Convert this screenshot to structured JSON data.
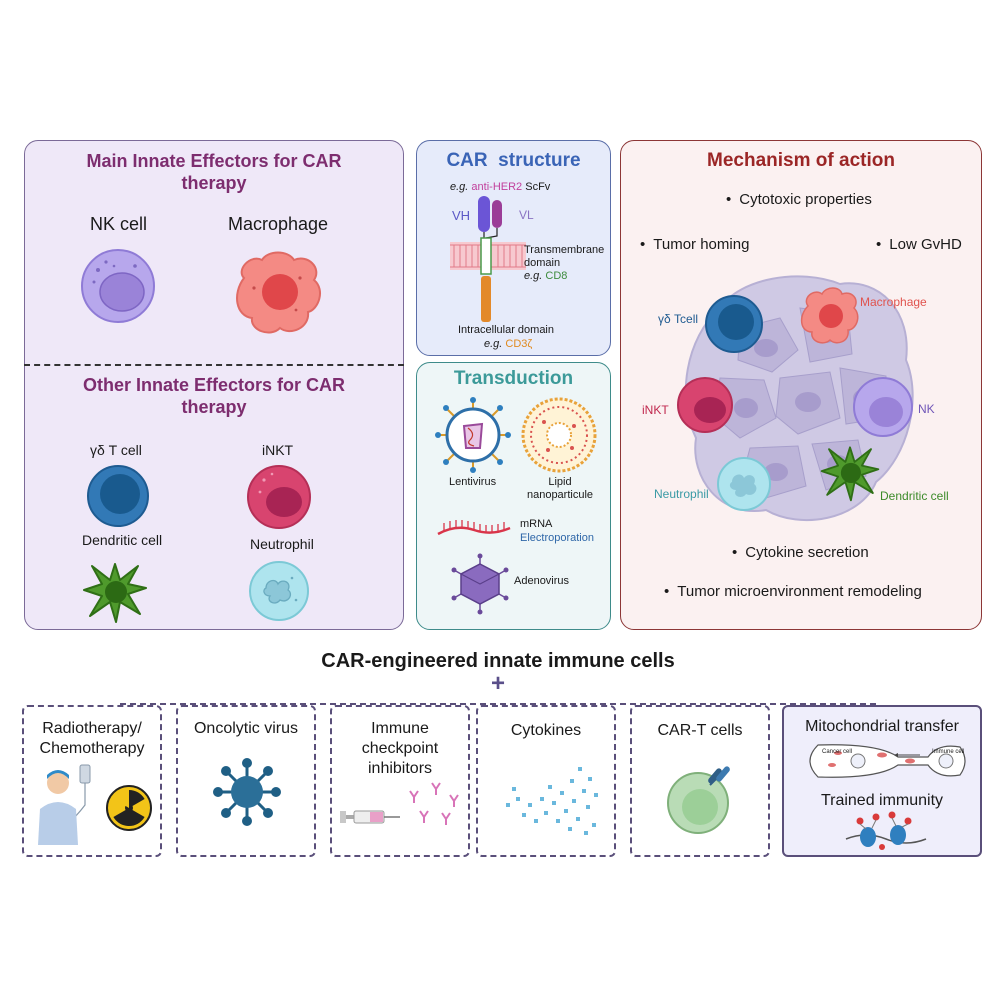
{
  "innate_panel": {
    "title": "Main Innate Effectors for CAR therapy",
    "main_cells": [
      "NK cell",
      "Macrophage"
    ],
    "other_title": "Other Innate Effectors for CAR therapy",
    "other_cells": [
      "γδ T cell",
      "iNKT",
      "Dendritic cell",
      "Neutrophil"
    ]
  },
  "car_structure": {
    "title": "CAR  structure",
    "scfv_eg": "e.g.",
    "scfv_target": "anti-HER2",
    "scfv_label": "ScFv",
    "vh": "VH",
    "vl": "VL",
    "tm_line1": "Transmembrane",
    "tm_line2": "domain",
    "tm_eg": "e.g.",
    "tm_example": "CD8",
    "ic_label": "Intracellular domain",
    "ic_eg": "e.g.",
    "ic_example": "CD3ζ",
    "colors": {
      "target": "#c2409c",
      "tm_example": "#3d8b3d",
      "ic_example": "#e08a20"
    }
  },
  "transduction": {
    "title": "Transduction",
    "lentivirus": "Lentivirus",
    "lipid_line1": "Lipid",
    "lipid_line2": "nanoparticule",
    "mrna": "mRNA",
    "electroporation": "Electroporation",
    "adenovirus": "Adenovirus"
  },
  "mechanism": {
    "title": "Mechanism of action",
    "bullets_top": [
      "Cytotoxic properties",
      "Tumor homing",
      "Low GvHD"
    ],
    "cell_labels": [
      "γδ Tcell",
      "Macrophage",
      "iNKT",
      "NK",
      "Neutrophil",
      "Dendritic cell"
    ],
    "bullets_bottom": [
      "Cytokine secretion",
      "Tumor microenvironment remodeling"
    ]
  },
  "combination": {
    "title": "CAR-engineered innate immune cells",
    "plus": "+",
    "boxes": [
      {
        "line1": "Radiotherapy/",
        "line2": "Chemotherapy"
      },
      {
        "line1": "Oncolytic virus"
      },
      {
        "line1": "Immune",
        "line2": "checkpoint",
        "line3": "inhibitors"
      },
      {
        "line1": "Cytokines"
      },
      {
        "line1": "CAR-T cells"
      },
      {
        "line1": "Mitochondrial transfer",
        "cancer_cell": "Cancer cell",
        "immune_cell": "Immune cell",
        "line2": "Trained immunity"
      }
    ]
  },
  "icons": [
    "nk-cell-icon",
    "macrophage-icon",
    "gd-t-cell-icon",
    "inkt-cell-icon",
    "dendritic-cell-icon",
    "neutrophil-icon",
    "car-receptor-icon",
    "lentivirus-icon",
    "lipid-nanoparticle-icon",
    "mrna-icon",
    "adenovirus-icon",
    "tumor-mass-icon",
    "patient-iv-icon",
    "radiation-icon",
    "oncolytic-virus-icon",
    "syringe-icon",
    "antibodies-icon",
    "cytokines-icon",
    "car-t-cell-icon",
    "mitochondria-transfer-icon",
    "trained-immunity-icon"
  ]
}
